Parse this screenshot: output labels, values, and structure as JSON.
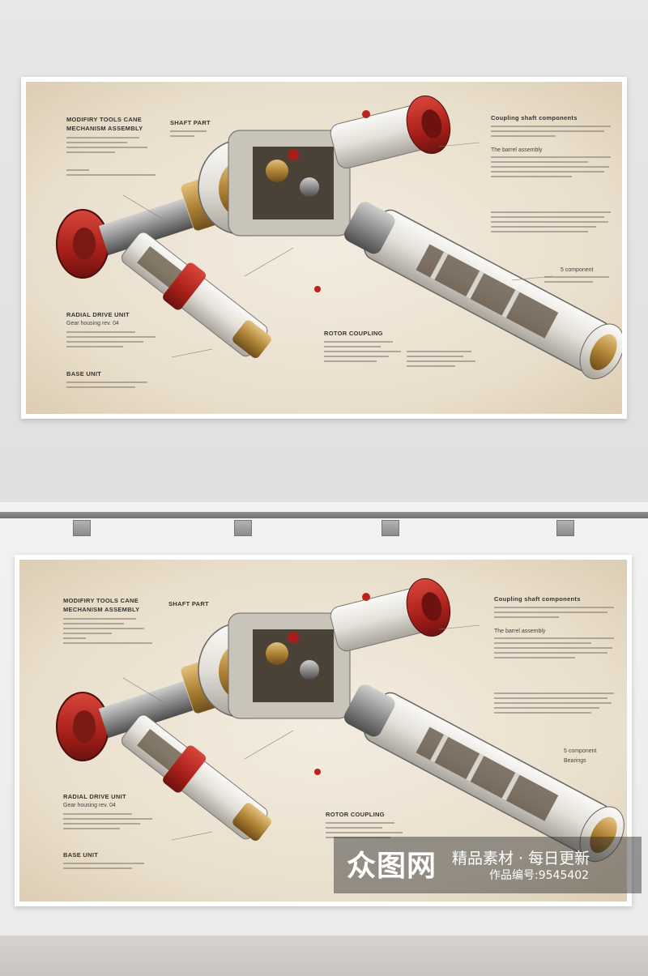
{
  "panel_labels": {
    "title_1": "MODIFIRY TOOLS CANE",
    "title_2": "MECHANISM ASSEMBLY",
    "left_mid": "RADIAL DRIVE UNIT",
    "left_mid_2": "Gear housing rev. 04",
    "left_low": "BASE UNIT",
    "center_top": "SHAFT PART",
    "center_bottom": "ROTOR COUPLING",
    "right_top": "Coupling shaft components",
    "right_mid": "The barrel assembly",
    "right_low": "5 component",
    "right_lower": "Bearings"
  },
  "watermark": {
    "logo": "众图网",
    "slogan": "精品素材 · 每日更新",
    "id_text": "作品编号:9545402"
  },
  "colors": {
    "paper": "#ebe2d0",
    "red_cap": "#b8231d",
    "brass": "#b8893f",
    "white_body": "#e8e6e1",
    "steel": "#8f8f8f"
  }
}
